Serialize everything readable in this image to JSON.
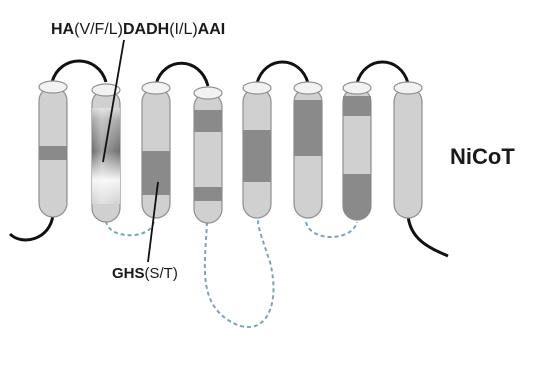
{
  "diagram": {
    "protein_label": "NiCoT",
    "motif_top": {
      "parts": [
        {
          "t": "HA",
          "bold": true
        },
        {
          "t": "(V/F/L)",
          "bold": false
        },
        {
          "t": "DADH",
          "bold": true
        },
        {
          "t": "(I/L)",
          "bold": false
        },
        {
          "t": "AAI",
          "bold": true
        }
      ]
    },
    "motif_bottom": {
      "parts": [
        {
          "t": "GHS",
          "bold": true
        },
        {
          "t": "(S/T)",
          "bold": false
        }
      ]
    },
    "helix_count": 8,
    "colors": {
      "helix_fill": "#d0d0d0",
      "helix_top": "#f2f2f2",
      "band": "#8a8a8a",
      "loop_solid": "#111111",
      "loop_dashed": "#7fa3b5"
    }
  }
}
